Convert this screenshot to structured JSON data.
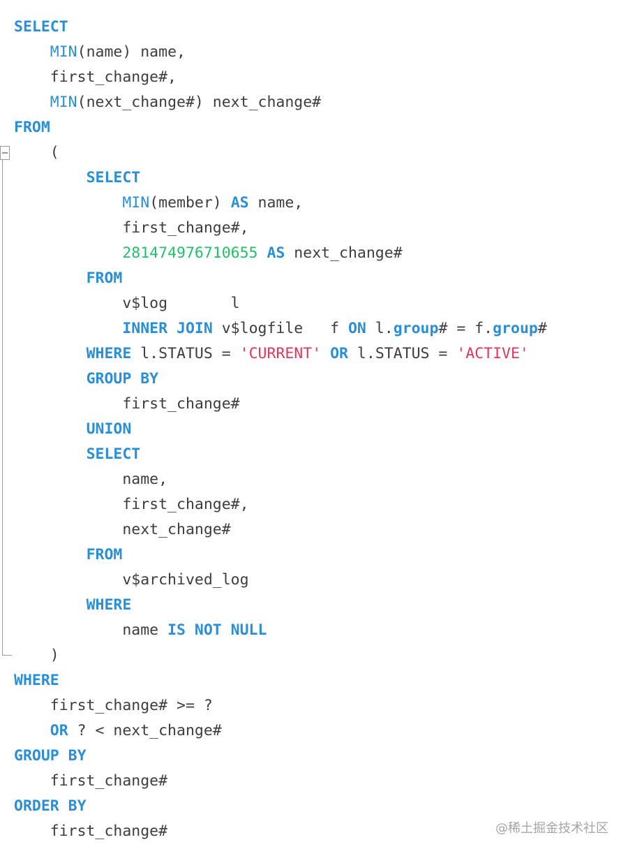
{
  "colors": {
    "keyword": "#2b8fd6",
    "function": "#2b8fd6",
    "number": "#22c06a",
    "string": "#e0375a",
    "text": "#3d3d3d",
    "watermark": "#a5a5a5"
  },
  "code_lines": [
    [
      {
        "t": "kw",
        "v": "SELECT"
      }
    ],
    [
      {
        "t": "p",
        "v": "    "
      },
      {
        "t": "fn",
        "v": "MIN"
      },
      {
        "t": "p",
        "v": "(name) name,"
      }
    ],
    [
      {
        "t": "p",
        "v": "    first_change#,"
      }
    ],
    [
      {
        "t": "p",
        "v": "    "
      },
      {
        "t": "fn",
        "v": "MIN"
      },
      {
        "t": "p",
        "v": "(next_change#) next_change#"
      }
    ],
    [
      {
        "t": "kw",
        "v": "FROM"
      }
    ],
    [
      {
        "t": "p",
        "v": "    ("
      }
    ],
    [
      {
        "t": "p",
        "v": "        "
      },
      {
        "t": "kw",
        "v": "SELECT"
      }
    ],
    [
      {
        "t": "p",
        "v": "            "
      },
      {
        "t": "fn",
        "v": "MIN"
      },
      {
        "t": "p",
        "v": "(member) "
      },
      {
        "t": "kw",
        "v": "AS"
      },
      {
        "t": "p",
        "v": " name,"
      }
    ],
    [
      {
        "t": "p",
        "v": "            first_change#,"
      }
    ],
    [
      {
        "t": "p",
        "v": "            "
      },
      {
        "t": "num",
        "v": "281474976710655"
      },
      {
        "t": "p",
        "v": " "
      },
      {
        "t": "kw",
        "v": "AS"
      },
      {
        "t": "p",
        "v": " next_change#"
      }
    ],
    [
      {
        "t": "p",
        "v": "        "
      },
      {
        "t": "kw",
        "v": "FROM"
      }
    ],
    [
      {
        "t": "p",
        "v": "            v$log       l"
      }
    ],
    [
      {
        "t": "p",
        "v": "            "
      },
      {
        "t": "kw",
        "v": "INNER JOIN"
      },
      {
        "t": "p",
        "v": " v$logfile   f "
      },
      {
        "t": "kw",
        "v": "ON"
      },
      {
        "t": "p",
        "v": " l."
      },
      {
        "t": "kw",
        "v": "group"
      },
      {
        "t": "p",
        "v": "# = f."
      },
      {
        "t": "kw",
        "v": "group"
      },
      {
        "t": "p",
        "v": "#"
      }
    ],
    [
      {
        "t": "p",
        "v": "        "
      },
      {
        "t": "kw",
        "v": "WHERE"
      },
      {
        "t": "p",
        "v": " l.STATUS = "
      },
      {
        "t": "str",
        "v": "'CURRENT'"
      },
      {
        "t": "p",
        "v": " "
      },
      {
        "t": "kw",
        "v": "OR"
      },
      {
        "t": "p",
        "v": " l.STATUS = "
      },
      {
        "t": "str",
        "v": "'ACTIVE'"
      }
    ],
    [
      {
        "t": "p",
        "v": "        "
      },
      {
        "t": "kw",
        "v": "GROUP BY"
      }
    ],
    [
      {
        "t": "p",
        "v": "            first_change#"
      }
    ],
    [
      {
        "t": "p",
        "v": "        "
      },
      {
        "t": "kw",
        "v": "UNION"
      }
    ],
    [
      {
        "t": "p",
        "v": "        "
      },
      {
        "t": "kw",
        "v": "SELECT"
      }
    ],
    [
      {
        "t": "p",
        "v": "            name,"
      }
    ],
    [
      {
        "t": "p",
        "v": "            first_change#,"
      }
    ],
    [
      {
        "t": "p",
        "v": "            next_change#"
      }
    ],
    [
      {
        "t": "p",
        "v": "        "
      },
      {
        "t": "kw",
        "v": "FROM"
      }
    ],
    [
      {
        "t": "p",
        "v": "            v$archived_log"
      }
    ],
    [
      {
        "t": "p",
        "v": "        "
      },
      {
        "t": "kw",
        "v": "WHERE"
      }
    ],
    [
      {
        "t": "p",
        "v": "            name "
      },
      {
        "t": "kw",
        "v": "IS NOT NULL"
      }
    ],
    [
      {
        "t": "p",
        "v": "    )"
      }
    ],
    [
      {
        "t": "kw",
        "v": "WHERE"
      }
    ],
    [
      {
        "t": "p",
        "v": "    first_change# >= ?"
      }
    ],
    [
      {
        "t": "p",
        "v": "    "
      },
      {
        "t": "kw",
        "v": "OR"
      },
      {
        "t": "p",
        "v": " ? < next_change#"
      }
    ],
    [
      {
        "t": "kw",
        "v": "GROUP BY"
      }
    ],
    [
      {
        "t": "p",
        "v": "    first_change#"
      }
    ],
    [
      {
        "t": "kw",
        "v": "ORDER BY"
      }
    ],
    [
      {
        "t": "p",
        "v": "    first_change#"
      }
    ]
  ],
  "watermark": "@稀土掘金技术社区"
}
